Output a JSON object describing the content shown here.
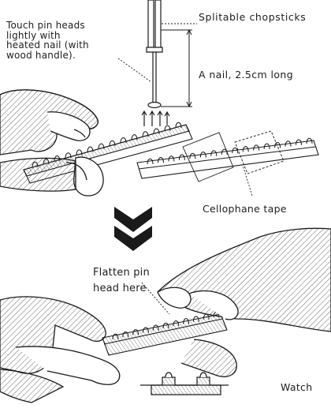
{
  "labels": {
    "touch_note": "Touch pin heads\nlightly with\nheated nail (with\nwood handle).",
    "chopsticks": "Splitable chopsticks",
    "nail": "A nail, 2.5cm long",
    "tape": "Cellophane tape",
    "flatten": "Flatten pin\nhead here",
    "watch": "Watch"
  },
  "colors": {
    "ink": "#1a1a1a",
    "paper": "#ffffff"
  }
}
